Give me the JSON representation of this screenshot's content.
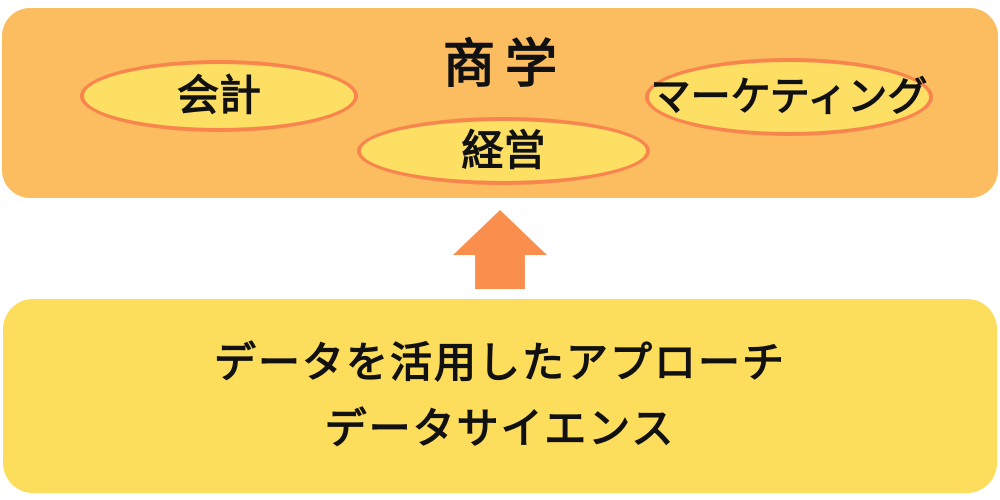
{
  "diagram": {
    "top_box": {
      "title": "商学",
      "ellipses": [
        {
          "id": "accounting",
          "label": "会計"
        },
        {
          "id": "management",
          "label": "経営"
        },
        {
          "id": "marketing",
          "label": "マーケティング"
        }
      ]
    },
    "arrow": {
      "direction": "up"
    },
    "bottom_box": {
      "line1": "データを活用したアプローチ",
      "line2": "データサイエンス"
    }
  },
  "colors": {
    "page_bg": "#ffffff",
    "top_box_bg": "#fcbd60",
    "ellipse_fill": "#fddf63",
    "ellipse_border": "#f7854d",
    "arrow_fill": "#fa8f4d",
    "bottom_box_bg": "#fddd5c",
    "text": "#111111"
  }
}
